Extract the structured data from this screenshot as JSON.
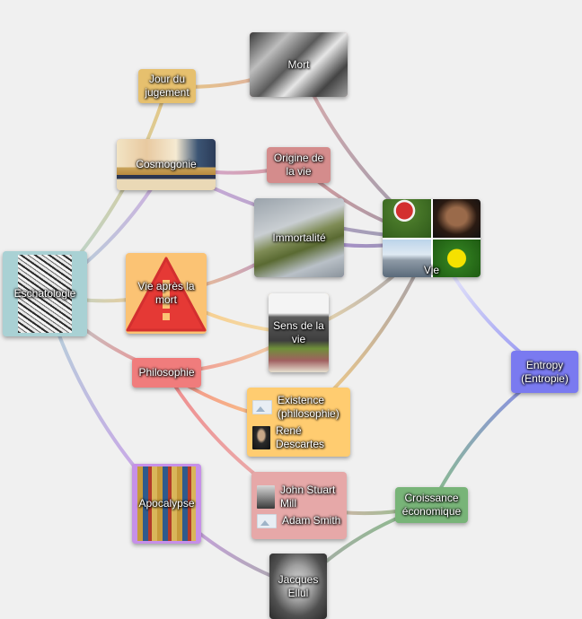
{
  "nodes": {
    "mort": {
      "label": "Mort",
      "color": "#d9a0a0",
      "icon": "grayscale-photo"
    },
    "jour": {
      "label": "Jour du jugement",
      "color": "#e6c06e"
    },
    "cosmogonie": {
      "label": "Cosmogonie",
      "color": "#c9a0dc",
      "icon": "egyptian-painting"
    },
    "origine": {
      "label": "Origine de la vie",
      "color": "#d48c8c"
    },
    "immortalite": {
      "label": "Immortalité",
      "color": "#a07ad0",
      "icon": "sculpture-photo"
    },
    "vie": {
      "label": "Vie",
      "color": "#ffffff",
      "icon": "photo-collage"
    },
    "eschatologie": {
      "label": "Eschatologie",
      "color": "#a9d1d4",
      "icon": "engraving"
    },
    "vie_apres": {
      "label": "Vie après la mort",
      "color": "#fbc374",
      "icon": "warning-icon"
    },
    "sens": {
      "label": "Sens de la vie",
      "color": "#f2d9a0",
      "icon": "statue-photo"
    },
    "philosophie": {
      "label": "Philosophie",
      "color": "#f07c7c"
    },
    "existence_group": {
      "color": "#ffcc70",
      "items": [
        {
          "label": "Existence (philosophie)",
          "icon": "image-placeholder-icon"
        },
        {
          "label": "René Descartes",
          "icon": "portrait-photo"
        }
      ]
    },
    "entropy": {
      "label": "Entropy (Entropie)",
      "color": "#7a7af0"
    },
    "apocalypse": {
      "label": "Apocalypse",
      "color": "#c690e8",
      "icon": "manuscript-illustration"
    },
    "economists_group": {
      "color": "#e6a8a8",
      "items": [
        {
          "label": "John Stuart Mill",
          "icon": "portrait-photo"
        },
        {
          "label": "Adam Smith",
          "icon": "image-placeholder-icon"
        }
      ]
    },
    "croissance": {
      "label": "Croissance économique",
      "color": "#78b478"
    },
    "ellul": {
      "label": "Jacques Ellul",
      "color": "#9e9e9e",
      "icon": "portrait-photo"
    }
  },
  "edges": [
    {
      "from": "eschatologie",
      "to": "jour"
    },
    {
      "from": "eschatologie",
      "to": "cosmogonie"
    },
    {
      "from": "eschatologie",
      "to": "vie_apres"
    },
    {
      "from": "eschatologie",
      "to": "philosophie"
    },
    {
      "from": "eschatologie",
      "to": "apocalypse"
    },
    {
      "from": "jour",
      "to": "mort"
    },
    {
      "from": "mort",
      "to": "vie"
    },
    {
      "from": "cosmogonie",
      "to": "vie"
    },
    {
      "from": "cosmogonie",
      "to": "origine"
    },
    {
      "from": "origine",
      "to": "vie"
    },
    {
      "from": "immortalite",
      "to": "vie"
    },
    {
      "from": "vie_apres",
      "to": "immortalite"
    },
    {
      "from": "vie_apres",
      "to": "sens"
    },
    {
      "from": "sens",
      "to": "vie"
    },
    {
      "from": "philosophie",
      "to": "sens"
    },
    {
      "from": "philosophie",
      "to": "existence_group"
    },
    {
      "from": "philosophie",
      "to": "economists_group"
    },
    {
      "from": "existence_group",
      "to": "vie"
    },
    {
      "from": "vie",
      "to": "entropy"
    },
    {
      "from": "entropy",
      "to": "croissance"
    },
    {
      "from": "economists_group",
      "to": "croissance"
    },
    {
      "from": "croissance",
      "to": "ellul"
    },
    {
      "from": "apocalypse",
      "to": "ellul"
    }
  ]
}
